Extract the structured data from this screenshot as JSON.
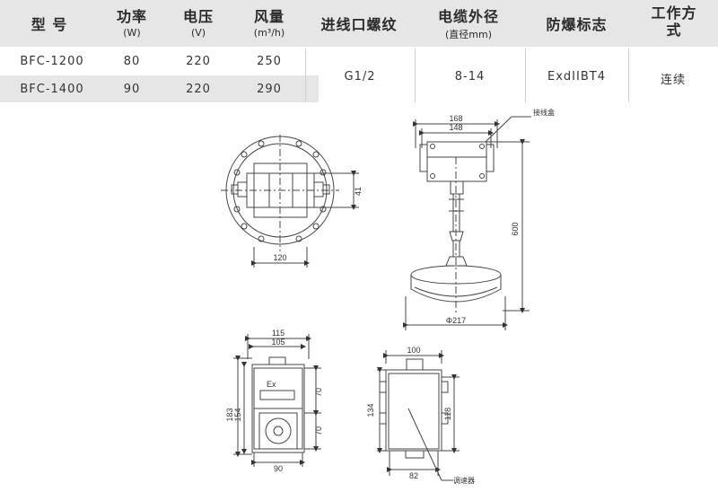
{
  "table": {
    "headers": [
      {
        "main": "型  号",
        "sub": ""
      },
      {
        "main": "功率",
        "sub": "(W)"
      },
      {
        "main": "电压",
        "sub": "(V)"
      },
      {
        "main": "风量",
        "sub": "(m³/h)"
      },
      {
        "main": "进线口螺纹",
        "sub": ""
      },
      {
        "main": "电缆外径",
        "sub": "(直径mm)"
      },
      {
        "main": "防爆标志",
        "sub": ""
      },
      {
        "main": "工作方式",
        "sub": ""
      }
    ],
    "rows": [
      {
        "model": "BFC-1200",
        "power": "80",
        "voltage": "220",
        "airflow": "250"
      },
      {
        "model": "BFC-1400",
        "power": "90",
        "voltage": "220",
        "airflow": "290"
      }
    ],
    "shared": {
      "thread": "G1/2",
      "cable": "8-14",
      "explosion": "ExdIIBT4",
      "mode": "连续"
    }
  },
  "drawing": {
    "top_view": {
      "width": "120",
      "height": "41"
    },
    "side_view": {
      "w168": "168",
      "w148": "148",
      "height": "600",
      "diameter": "Φ217",
      "junction_box": "接线盒"
    },
    "front_view": {
      "w115": "115",
      "w105": "105",
      "h183": "183",
      "h154": "154",
      "d70a": "70",
      "d70b": "70",
      "w90": "90",
      "ex": "Ex"
    },
    "box_view": {
      "w100": "100",
      "h134": "134",
      "h118": "118",
      "w82": "82",
      "regulator": "调速器"
    }
  }
}
